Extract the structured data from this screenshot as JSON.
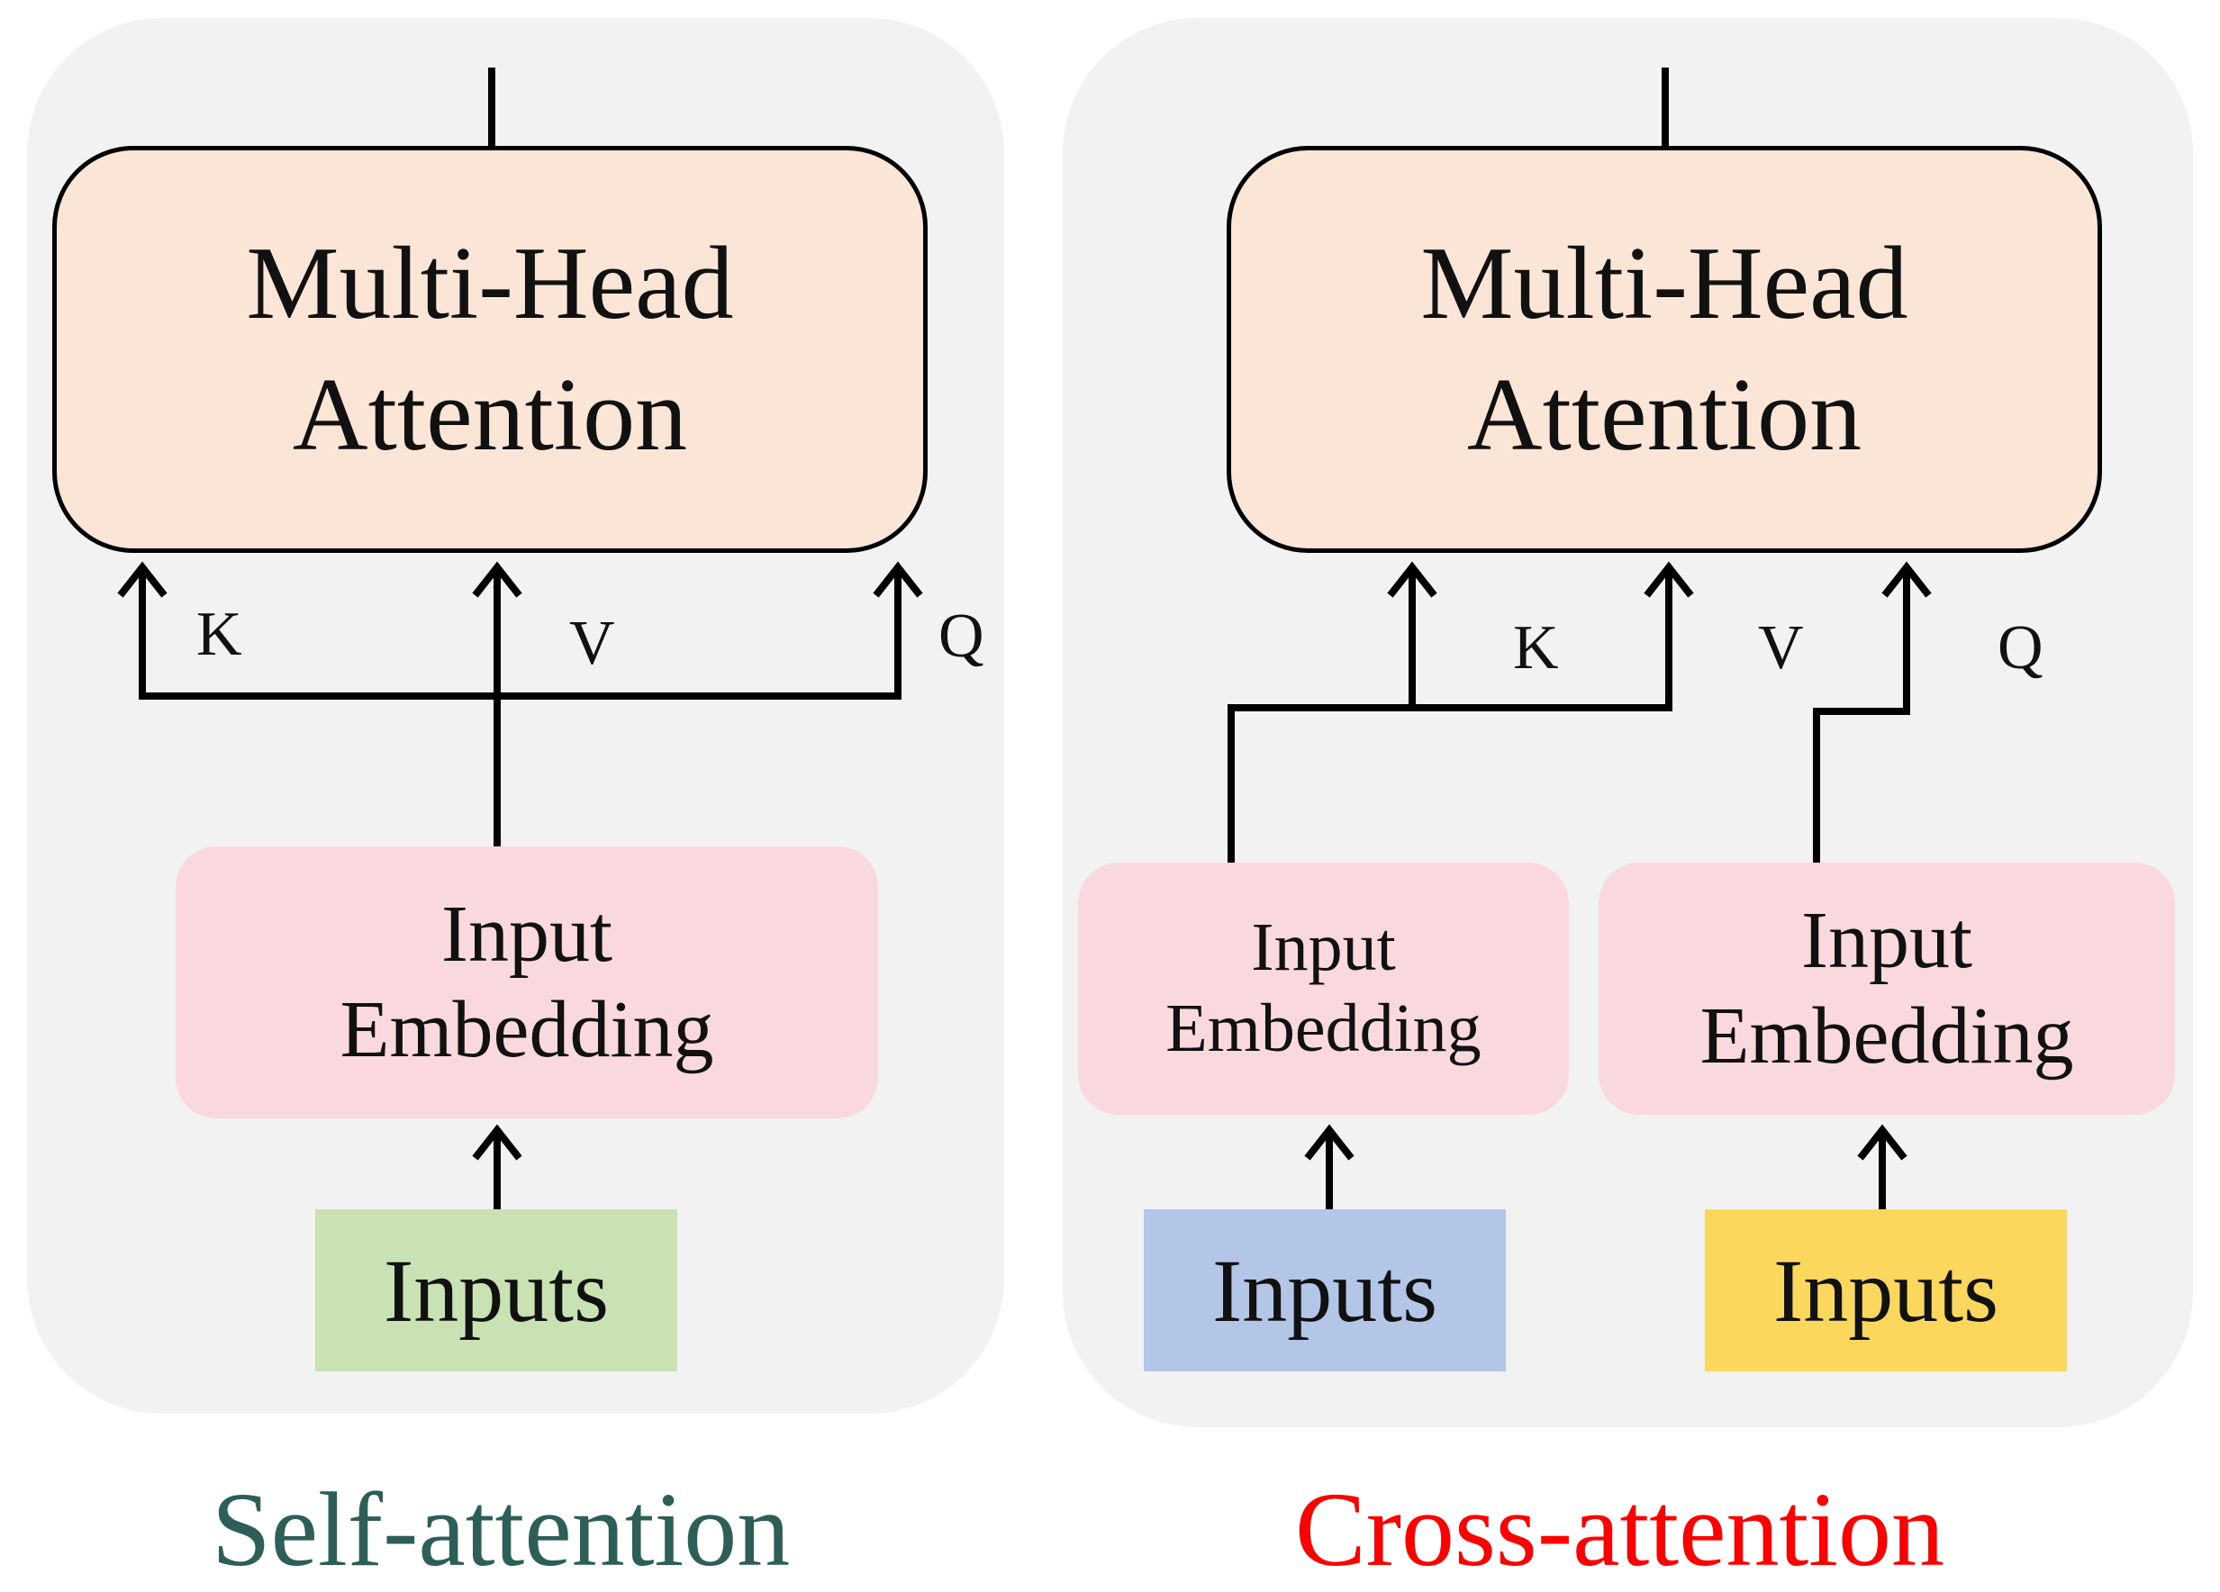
{
  "self_attention": {
    "attention_block": {
      "line1": "Multi-Head",
      "line2": "Attention"
    },
    "embedding": {
      "line1": "Input",
      "line2": "Embedding"
    },
    "inputs": {
      "label": "Inputs",
      "color": "#c9e2b3"
    },
    "labels": {
      "k": "K",
      "v": "V",
      "q": "Q"
    },
    "caption": {
      "text": "Self-attention",
      "color": "#2e5e58"
    }
  },
  "cross_attention": {
    "attention_block": {
      "line1": "Multi-Head",
      "line2": "Attention"
    },
    "embedding_left": {
      "line1": "Input",
      "line2": "Embedding"
    },
    "embedding_right": {
      "line1": "Input",
      "line2": "Embedding"
    },
    "inputs_left": {
      "label": "Inputs",
      "color": "#b4c6e8"
    },
    "inputs_right": {
      "label": "Inputs",
      "color": "#fcd75d"
    },
    "labels": {
      "k": "K",
      "v": "V",
      "q": "Q"
    },
    "caption": {
      "text": "Cross-attention",
      "color": "#ff0000"
    }
  },
  "colors": {
    "panel": "#f2f2f2",
    "attention_fill": "#fbe5d6",
    "embedding_fill": "#f9d9dd",
    "wire": "#000000"
  }
}
